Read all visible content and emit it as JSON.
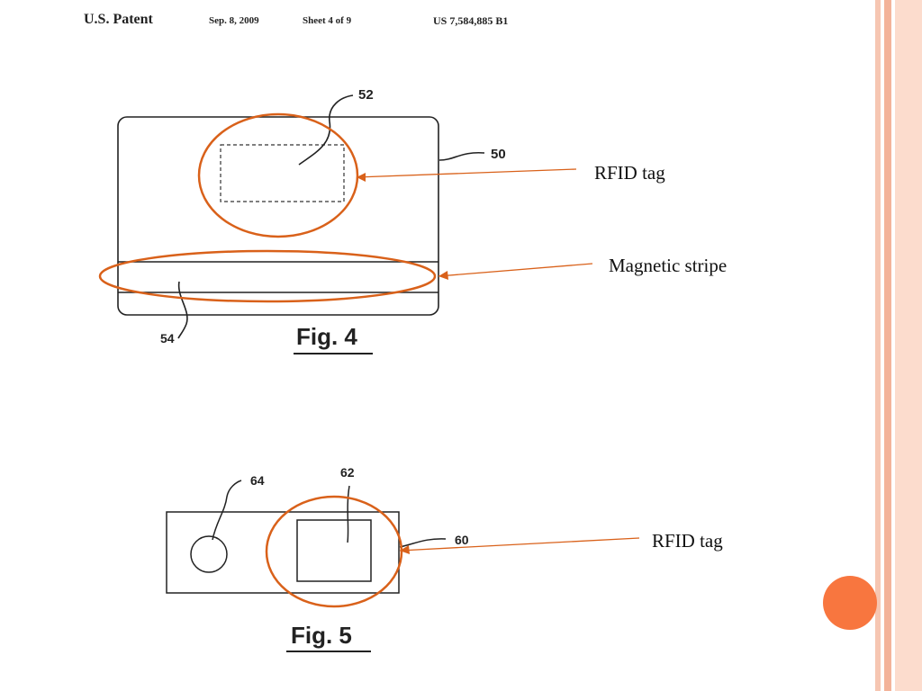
{
  "header": {
    "patent_label": "U.S. Patent",
    "date": "Sep. 8, 2009",
    "sheet": "Sheet 4 of 9",
    "patent_number": "US 7,584,885 B1"
  },
  "fig4": {
    "ref_card": "50",
    "ref_tag": "52",
    "ref_stripe": "54",
    "caption": "Fig. 4",
    "callout_tag": "RFID tag",
    "callout_stripe": "Magnetic stripe"
  },
  "fig5": {
    "ref_device": "60",
    "ref_tag": "62",
    "ref_hole": "64",
    "caption": "Fig. 5",
    "callout_tag": "RFID tag"
  },
  "colors": {
    "annotation": "#d9611a",
    "accent_dot": "#f8763f",
    "border_light": "#fcdccd",
    "border_mid": "#f3b39a"
  }
}
